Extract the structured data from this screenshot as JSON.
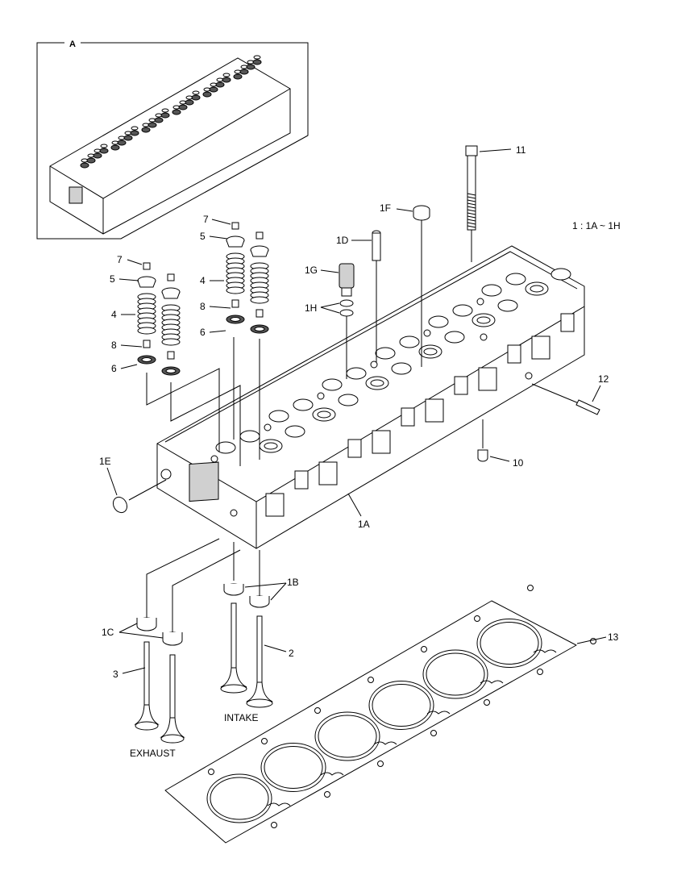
{
  "detail_label": "A",
  "note": "1 : 1A ~ 1H",
  "captions": {
    "intake": "INTAKE",
    "exhaust": "EXHAUST"
  },
  "callouts": {
    "c11": "11",
    "c1f": "1F",
    "c1d": "1D",
    "c1g": "1G",
    "c1h": "1H",
    "c7a": "7",
    "c5a": "5",
    "c4a": "4",
    "c8a": "8",
    "c6a": "6",
    "c7b": "7",
    "c5b": "5",
    "c4b": "4",
    "c8b": "8",
    "c6b": "6",
    "c12": "12",
    "c10": "10",
    "c1e": "1E",
    "c1a": "1A",
    "c1b": "1B",
    "c1c": "1C",
    "c2": "2",
    "c3": "3",
    "c13": "13"
  }
}
